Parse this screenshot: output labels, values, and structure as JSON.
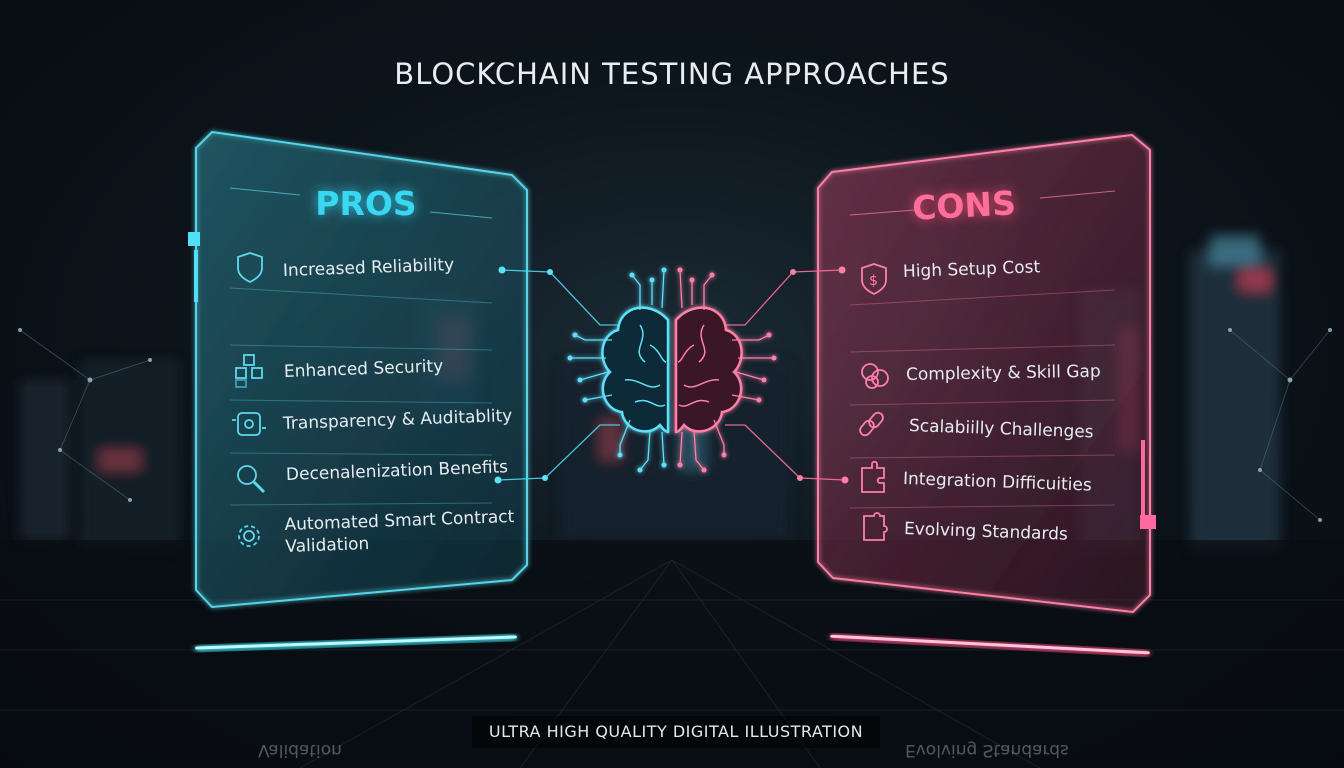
{
  "title": "BLOCKCHAIN TESTING APPROACHES",
  "caption": "ULTRA HIGH QUALITY DIGITAL ILLUSTRATION",
  "pros": {
    "heading": "PROS",
    "items": [
      {
        "label": "Increased Reliability",
        "icon": "shield-icon"
      },
      {
        "label": "Enhanced Security",
        "icon": "cubes-icon"
      },
      {
        "label": "Transparency & Auditablity",
        "icon": "audit-icon"
      },
      {
        "label": "Decenalenization Benefits",
        "icon": "magnifier-icon"
      },
      {
        "label": "Automated Smart Contract Validation",
        "icon": "gear-icon"
      }
    ],
    "reflection": "Validation"
  },
  "cons": {
    "heading": "CONS",
    "items": [
      {
        "label": "High Setup Cost",
        "icon": "dollar-shield-icon"
      },
      {
        "label": "Complexity & Skill Gap",
        "icon": "knot-icon"
      },
      {
        "label": "Scalabiilly Challenges",
        "icon": "chain-link-icon"
      },
      {
        "label": "Integration Difficuities",
        "icon": "puzzle-icon"
      },
      {
        "label": "Evolving Standards",
        "icon": "puzzle-piece-icon"
      }
    ],
    "reflection": "Evolving Standards"
  },
  "colors": {
    "pros_accent": "#39d8f2",
    "cons_accent": "#ff6f9a",
    "background": "#0d151c",
    "text": "#e6ecf1"
  },
  "center_icon": "brain-circuit-icon"
}
